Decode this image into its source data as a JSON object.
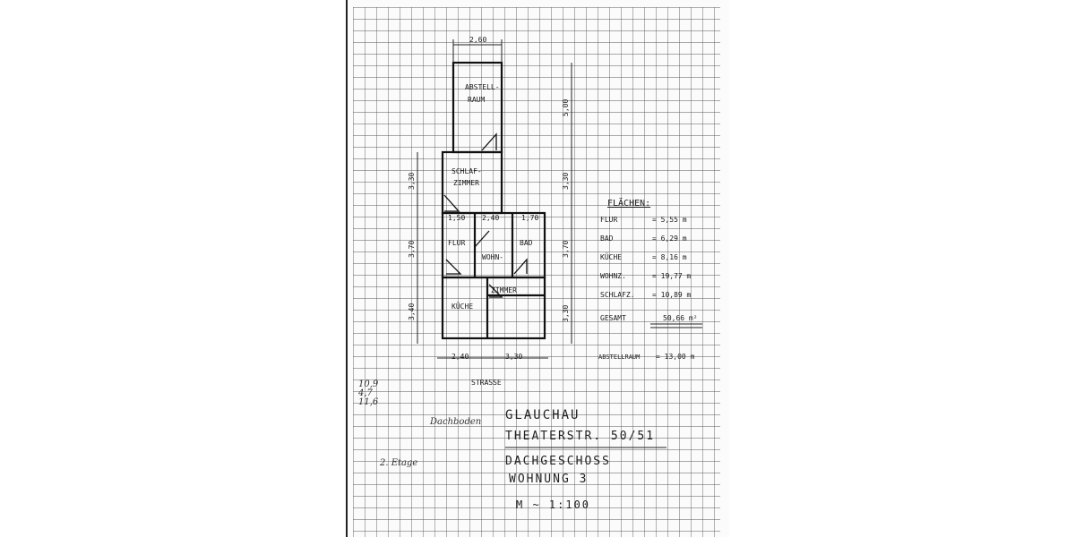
{
  "rooms": {
    "abstellraum": "ABSTELL-\nRAUM",
    "schlafzimmer": "SCHLAF-\nZIMMER",
    "flur": "FLUR",
    "wohnzimmer_1": "WOHN-",
    "wohnzimmer_2": "ZIMMER",
    "bad": "BAD",
    "kueche": "KÜCHE"
  },
  "dimensions": {
    "top_width": "2,60",
    "right_abstell": "5,00",
    "right_schlaf": "3,30",
    "right_mid": "3,70",
    "right_lower": "3,30",
    "left_schlaf": "3,30",
    "left_mid": "3,70",
    "left_lower": "3,40",
    "row_150": "1,50",
    "row_240": "2,40",
    "row_170": "1,70",
    "bottom_240": "2,40",
    "bottom_330": "3,30"
  },
  "street": "STRASSE",
  "areas": {
    "heading": "FLÄCHEN:",
    "rows": [
      {
        "label": "FLUR",
        "value": "= 5,55 m"
      },
      {
        "label": "BAD",
        "value": "= 6,29 m"
      },
      {
        "label": "KÜCHE",
        "value": "= 8,16 m"
      },
      {
        "label": "WOHNZ.",
        "value": "= 19,77 m"
      },
      {
        "label": "SCHLAFZ.",
        "value": "= 10,89 m"
      }
    ],
    "total_label": "GESAMT",
    "total_value": "50,66 m²",
    "storage_label": "ABSTELLRAUM",
    "storage_value": "= 13,00 m"
  },
  "title": {
    "city": "GLAUCHAU",
    "street": "THEATERSTR. 50/51",
    "floor": "DACHGESCHOSS",
    "unit": "WOHNUNG 3",
    "scale": "M ~ 1:100"
  },
  "margin_notes": {
    "numbers": [
      "10,9",
      "4,7",
      "11,6"
    ],
    "note1": "Dachboden",
    "note2": "2. Etage"
  }
}
